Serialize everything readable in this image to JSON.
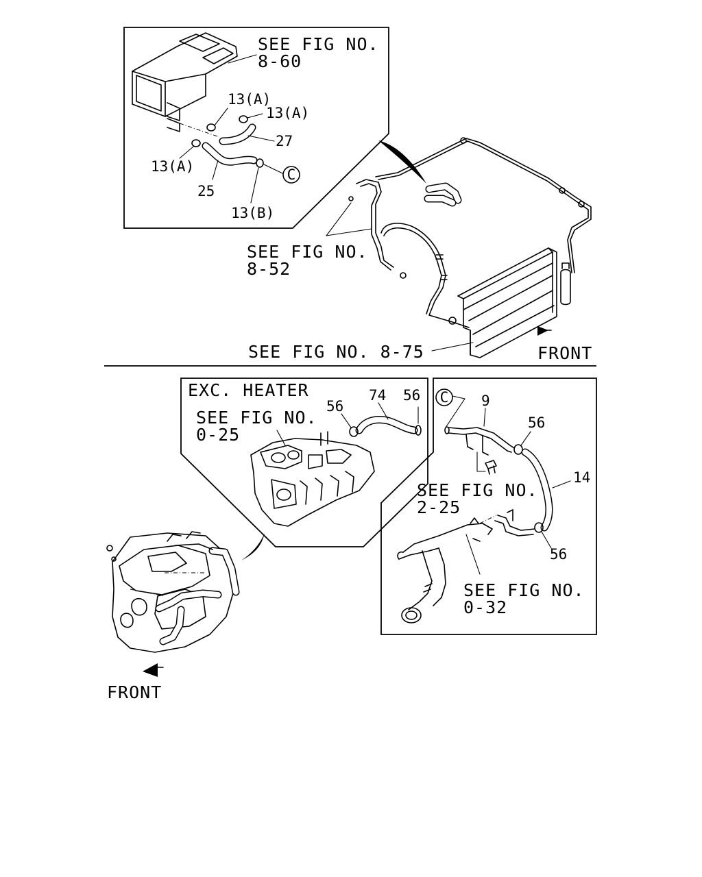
{
  "top_panel": {
    "ref_fig_860": [
      "SEE FIG NO.",
      "8-60"
    ],
    "ref_fig_852": [
      "SEE FIG NO.",
      "8-52"
    ],
    "ref_fig_875": "SEE FIG NO. 8-75",
    "front_label": "FRONT",
    "callouts": {
      "clamp_13a_1": "13(A)",
      "clamp_13a_2": "13(A)",
      "clamp_13a_3": "13(A)",
      "clamp_13b": "13(B)",
      "hose_27": "27",
      "hose_25": "25",
      "connector_c": "C"
    }
  },
  "bottom_left_panel": {
    "title": "EXC. HEATER",
    "ref_fig_025": [
      "SEE FIG NO.",
      "0-25"
    ],
    "callouts": {
      "clamp_56_a": "56",
      "hose_74": "74",
      "clamp_56_b": "56"
    },
    "front_label": "FRONT"
  },
  "bottom_right_panel": {
    "connector_c": "C",
    "ref_fig_225": [
      "SEE FIG NO.",
      "2-25"
    ],
    "ref_fig_032": [
      "SEE FIG NO.",
      "0-32"
    ],
    "callouts": {
      "pipe_9": "9",
      "clamp_56_top": "56",
      "hose_14": "14",
      "clamp_56_bottom": "56"
    }
  }
}
